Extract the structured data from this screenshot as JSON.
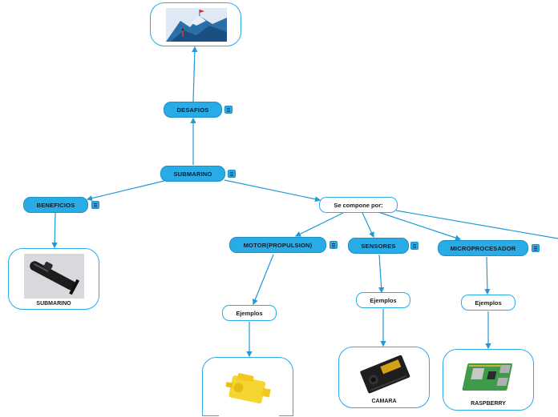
{
  "map": {
    "root": {
      "label": "SUBMARINO"
    },
    "desafios": {
      "label": "DESAFIOS"
    },
    "beneficios": {
      "label": "BENEFICIOS"
    },
    "compone": {
      "label": "Se compone por:"
    },
    "motor": {
      "label": "MOTOR(PROPULSION)"
    },
    "sensores": {
      "label": "SENSORES"
    },
    "micro": {
      "label": "MICROPROCESADOR"
    },
    "ejemplos_motor": {
      "label": "Ejemplos"
    },
    "ejemplos_sensores": {
      "label": "Ejemplos"
    },
    "ejemplos_micro": {
      "label": "Ejemplos"
    },
    "card_submarino": {
      "caption": "SUBMARINO"
    },
    "card_camara": {
      "caption": "CAMARA"
    },
    "card_raspberry": {
      "caption": "RASPBERRY"
    }
  },
  "colors": {
    "topic_fill": "#29abe6",
    "topic_border": "#1c8fc7",
    "line": "#1f9ad6"
  },
  "icons": [
    "note-icon",
    "challenge-image",
    "submarine-toy-image",
    "motor-image",
    "camera-module-image",
    "raspberry-pi-image"
  ]
}
